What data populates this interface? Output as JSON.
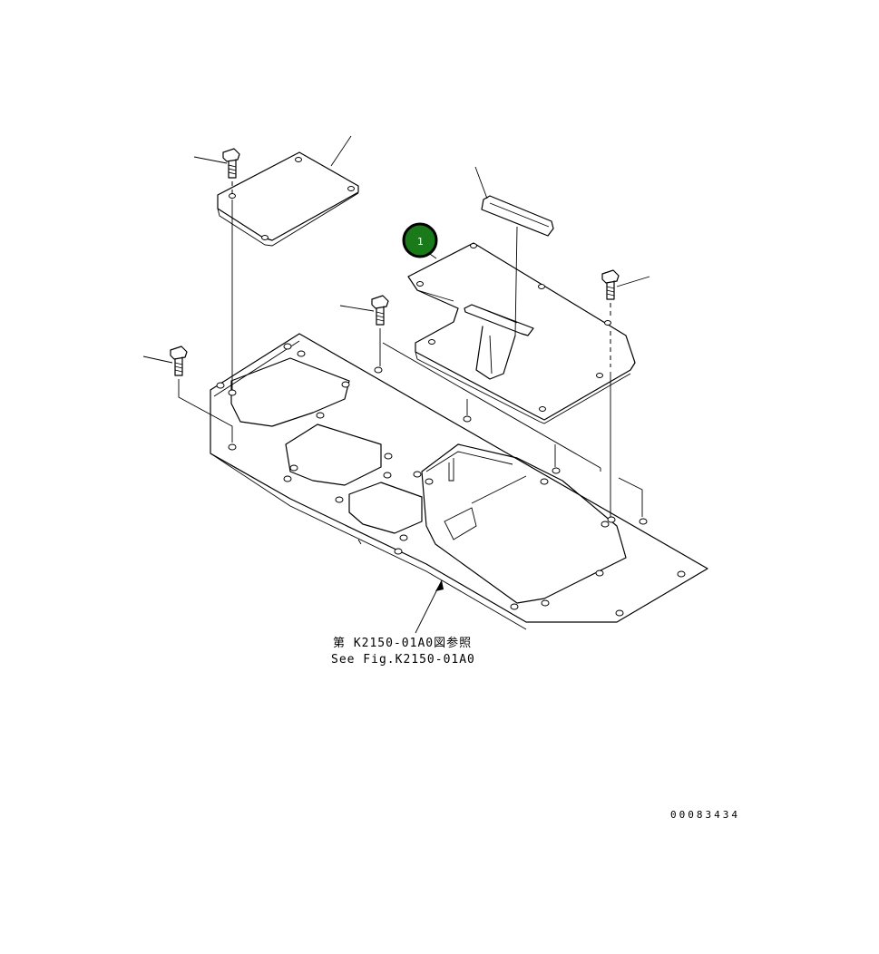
{
  "callout": {
    "number": "1",
    "color": "#1a7a1a"
  },
  "reference_note": {
    "jp": "第 K2150-01A0図参照",
    "en": "See Fig.K2150-01A0"
  },
  "figure_code": "00083434"
}
